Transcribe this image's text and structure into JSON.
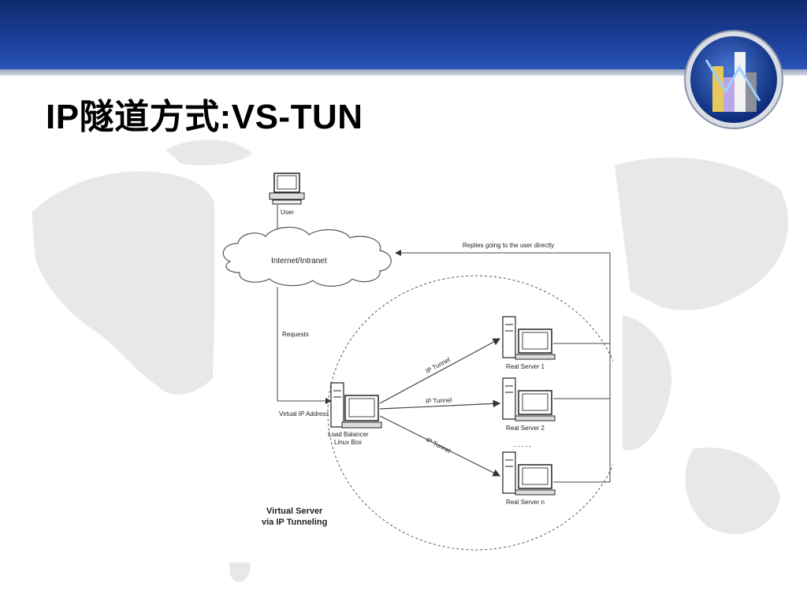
{
  "slide": {
    "title": "IP隧道方式:VS-TUN"
  },
  "diagram": {
    "user_label": "User",
    "cloud_label": "Internet/Intranet",
    "replies_label": "Replies going to the user directly",
    "requests_label": "Requests",
    "vip_label": "Virtual IP Address",
    "lb_label_line1": "Load Balancer",
    "lb_label_line2": "Linux Box",
    "tunnel_label": "IP Tunnel",
    "servers": [
      {
        "label": "Real Server 1"
      },
      {
        "label": "Real Server 2"
      },
      {
        "label": "Real Server n"
      }
    ],
    "ellipsis": "- - - - -",
    "caption_line1": "Virtual Server",
    "caption_line2": "via IP Tunneling"
  },
  "colors": {
    "header_dark": "#0f2a6e",
    "header_light": "#2a56b8",
    "map_gray": "#e6e6e6"
  }
}
